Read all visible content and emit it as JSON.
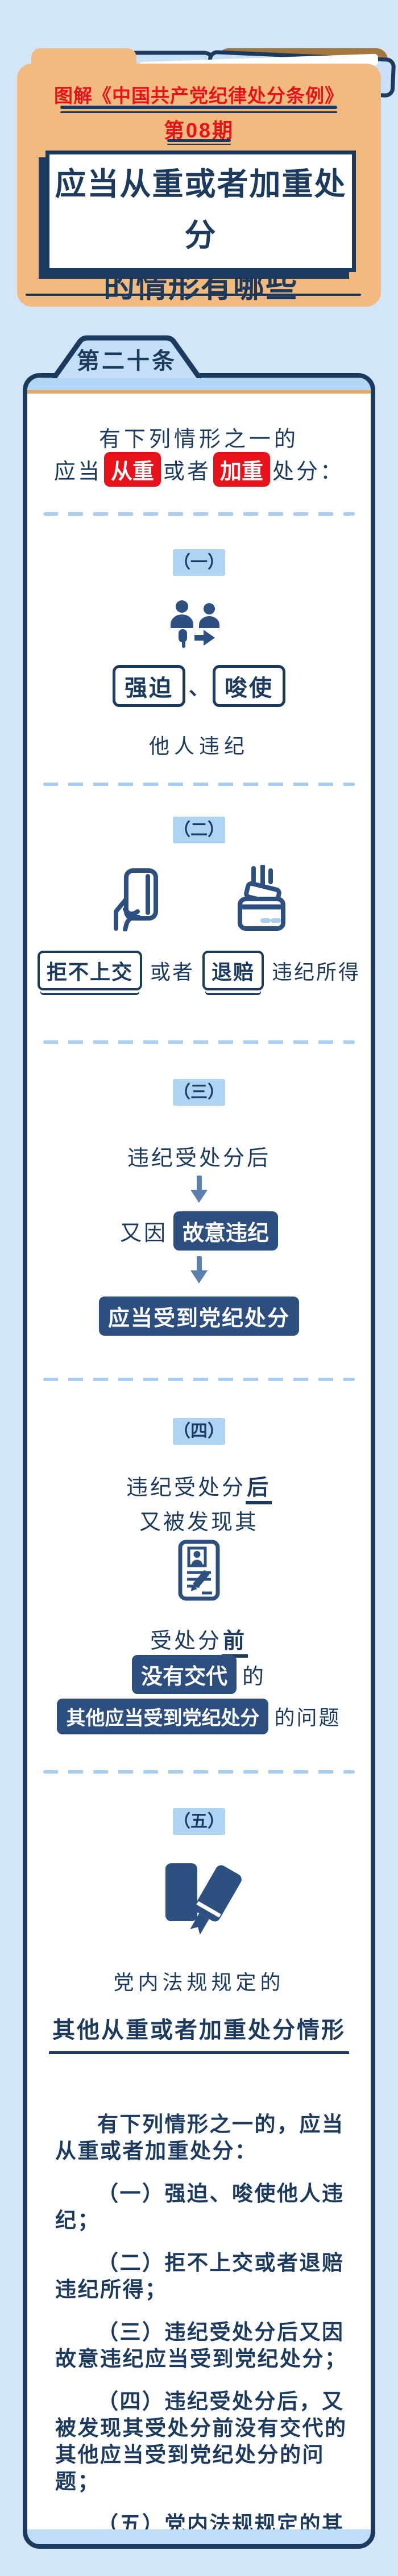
{
  "header": {
    "brand_title": "图解《中国共产党纪律处分条例》",
    "issue_badge": "第08期",
    "main_title_line1": "应当从重或者加重处分",
    "main_title_line2": "的情形有哪些",
    "article_tab": "第二十条"
  },
  "intro": {
    "line1": "有下列情形之一的",
    "line2_pre": "应当",
    "line2_highlight1": "从重",
    "line2_mid": "或者",
    "line2_highlight2": "加重",
    "line2_post": "处分："
  },
  "sections": {
    "one": {
      "label": "（一）",
      "icon": "coerce-instigate-people-icon",
      "box1": "强迫",
      "separator": "、",
      "box2": "唆使",
      "caption": "他人违纪"
    },
    "two": {
      "label": "（二）",
      "icon_left": "hand-holding-card-icon",
      "icon_right": "wallet-return-icon",
      "box1": "拒不上交",
      "mid": "或者",
      "box2": "退赔",
      "tail": "违纪所得"
    },
    "three": {
      "label": "（三）",
      "step1": "违纪受处分后",
      "step2_pre": "又因",
      "step2_box": "故意违纪",
      "step3_box": "应当受到党纪处分"
    },
    "four": {
      "label": "（四）",
      "line1_pre": "违纪受处分",
      "line1_em": "后",
      "line2": "又被发现其",
      "icon": "id-card-record-icon",
      "line3_pre": "受处分",
      "line3_em": "前",
      "line4_box": "没有交代",
      "line4_tail": "的",
      "line5_box": "其他应当受到党纪处分",
      "line5_tail": "的问题"
    },
    "five": {
      "label": "（五）",
      "icon": "party-regulations-books-icon",
      "line1": "党内法规规定的",
      "line2": "其他从重或者加重处分情形"
    }
  },
  "summary": {
    "paragraphs": [
      "有下列情形之一的，应当从重或者加重处分：",
      "（一）强迫、唆使他人违纪；",
      "（二）拒不上交或者退赔违纪所得；",
      "（三）违纪受处分后又因故意违纪应当受到党纪处分；",
      "（四）违纪受处分后，又被发现其受处分前没有交代的其他应当受到党纪处分的问题；",
      "（五）党内法规规定的其他从重或者加重处分情形。"
    ]
  },
  "colors": {
    "navy": "#1b3a5e",
    "red": "#e8121b",
    "highlight_box_navy": "#2d4f80",
    "label_blue": "#aed3f3",
    "folder_orange": "#f2ba7e",
    "folder_brown": "#a3763f",
    "page_blue": "#d3e6f8",
    "arrow_blue": "#5d7fae"
  }
}
